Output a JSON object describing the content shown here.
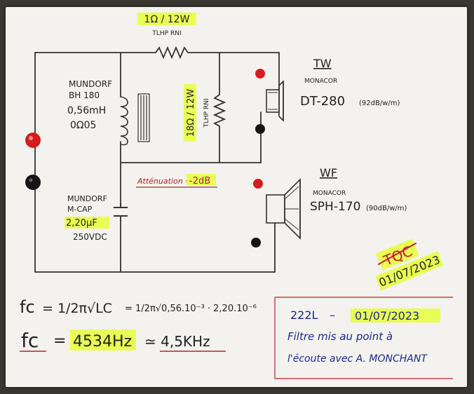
{
  "top_resistor": {
    "value": "1Ω / 12W",
    "type": "TLHP RNI"
  },
  "shunt_resistor": {
    "value": "18Ω / 12W",
    "type": "TLHP RNI"
  },
  "inductor": {
    "brand": "MUNDORF",
    "model": "BH 180",
    "value": "0,56mH",
    "resistance": "0Ω05"
  },
  "capacitor": {
    "brand": "MUNDORF",
    "model": "M-CAP",
    "value": "2,20µF",
    "voltage": "250VDC"
  },
  "attenuation": {
    "label": "Atténuation =",
    "value": "-2dB"
  },
  "tweeter": {
    "tag": "TW",
    "brand": "MONACOR",
    "model": "DT-280",
    "sensitivity": "(92dB/w/m)"
  },
  "woofer": {
    "tag": "WF",
    "brand": "MONACOR",
    "model": "SPH-170",
    "sensitivity": "(90dB/w/m)"
  },
  "stamp": {
    "crossed": "TQC",
    "date": "01/07/2023"
  },
  "formula": {
    "lhs": "fc",
    "line1_a": "= 1/2π√LC",
    "line1_b": "= 1/2π√0,56.10⁻³ · 2,20.10⁻⁶",
    "line2_eq": "=",
    "line2_value": "4534Hz",
    "line2_approx": "≃ 4,5KHz"
  },
  "note": {
    "line1_a": "222L",
    "line1_sep": "–",
    "line1_b": "01/07/2023",
    "line2": "Filtre mis au point à",
    "line3": "l'écoute avec A. MONCHANT"
  },
  "colors": {
    "ink": "#222222",
    "highlight": "#e6ff3a",
    "red_ink": "#c0202a",
    "blue_ink": "#1a2a8c",
    "terminal_red": "#d41e1e",
    "terminal_black": "#151515"
  }
}
